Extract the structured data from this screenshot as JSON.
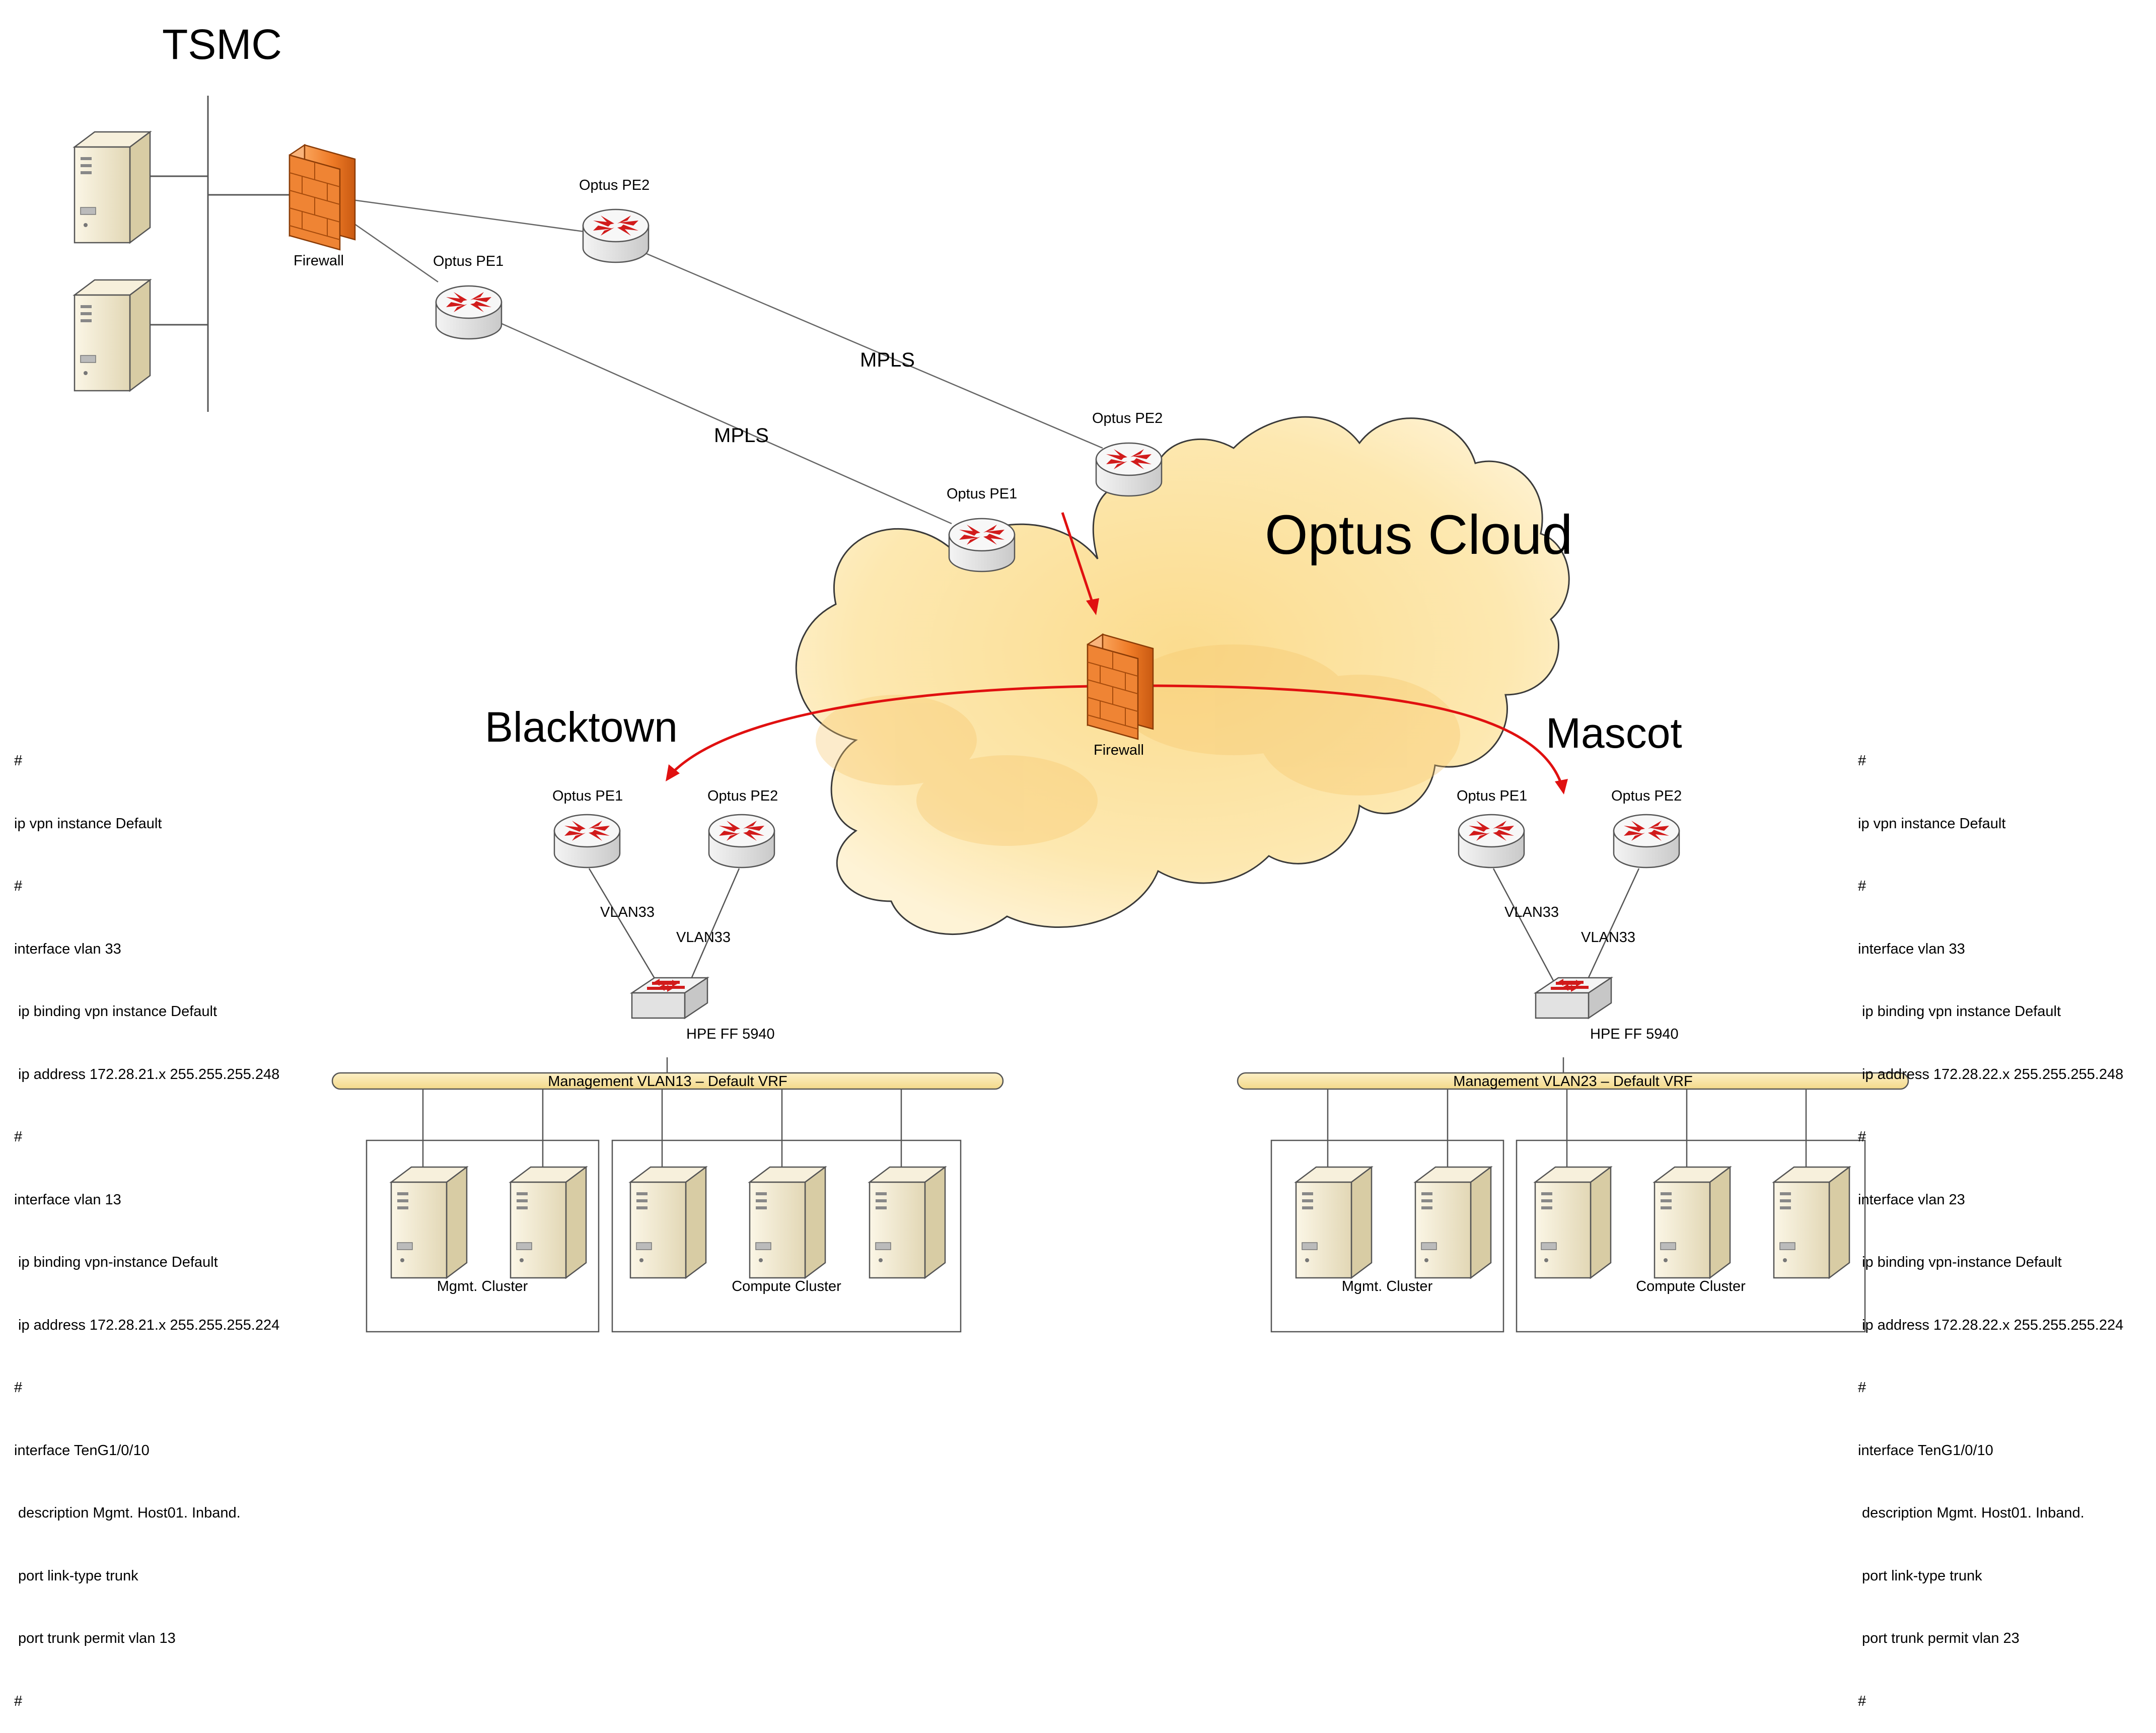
{
  "headings": {
    "tsmc": "TSMC",
    "optus_cloud": "Optus Cloud",
    "blacktown": "Blacktown",
    "mascot": "Mascot"
  },
  "tsmc_site": {
    "firewall": "Firewall",
    "pe2": "Optus PE2",
    "pe1": "Optus PE1"
  },
  "wan": {
    "mpls_upper": "MPLS",
    "mpls_lower": "MPLS"
  },
  "cloud": {
    "pe1": "Optus PE1",
    "pe2": "Optus PE2",
    "firewall": "Firewall"
  },
  "blacktown": {
    "pe1": "Optus PE1",
    "pe2": "Optus PE2",
    "vlan_left": "VLAN33",
    "vlan_right": "VLAN33",
    "switch": "HPE FF 5940",
    "bus": "Management VLAN13 – Default VRF",
    "mgmt_cluster": "Mgmt. Cluster",
    "compute_cluster": "Compute Cluster",
    "config": [
      "#",
      "ip vpn instance Default",
      "#",
      "interface vlan 33",
      " ip binding vpn instance Default",
      " ip address 172.28.21.x 255.255.255.248",
      "#",
      "interface vlan 13",
      " ip binding vpn-instance Default",
      " ip address 172.28.21.x 255.255.255.224",
      "#",
      "interface TenG1/0/10",
      " description Mgmt. Host01. Inband.",
      " port link-type trunk",
      " port trunk permit vlan 13",
      "#"
    ]
  },
  "mascot": {
    "pe1": "Optus PE1",
    "pe2": "Optus PE2",
    "vlan_left": "VLAN33",
    "vlan_right": "VLAN33",
    "switch": "HPE FF 5940",
    "bus": "Management VLAN23 – Default VRF",
    "mgmt_cluster": "Mgmt. Cluster",
    "compute_cluster": "Compute Cluster",
    "config": [
      "#",
      "ip vpn instance Default",
      "#",
      "interface vlan 33",
      " ip binding vpn instance Default",
      " ip address 172.28.22.x 255.255.255.248",
      "#",
      "interface vlan 23",
      " ip binding vpn-instance Default",
      " ip address 172.28.22.x 255.255.255.224",
      "#",
      "interface TenG1/0/10",
      " description Mgmt. Host01. Inband.",
      " port link-type trunk",
      " port trunk permit vlan 23",
      "#"
    ]
  },
  "colors": {
    "router_arrows": "#d11b1b",
    "traffic_flow": "#e01010",
    "cloud_fill": "#fde6a8",
    "firewall": "#ee7a26",
    "server_body": "#f2ead2",
    "bus_fill": "#fbe6a6"
  },
  "icons": [
    "server-icon",
    "firewall-icon",
    "router-icon",
    "switch-icon",
    "cloud-shape"
  ]
}
